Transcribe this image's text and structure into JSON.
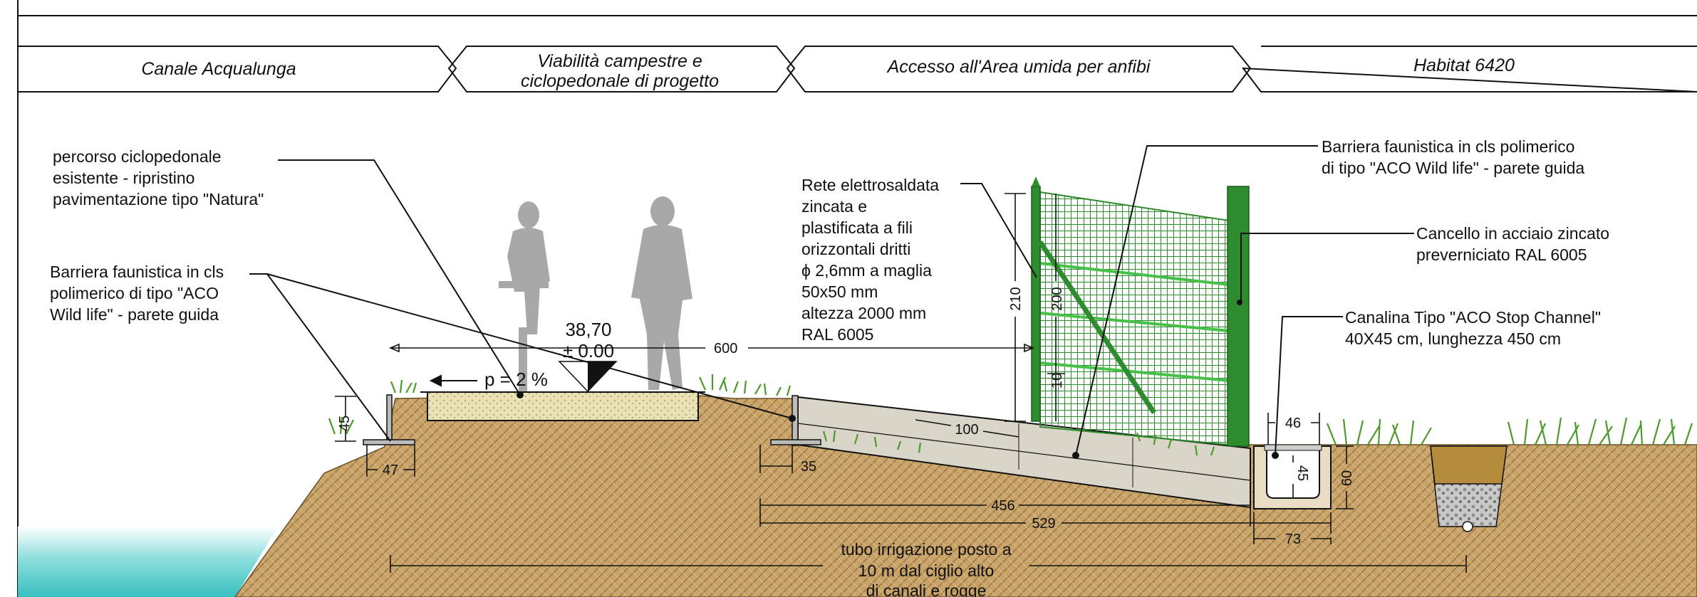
{
  "zones": [
    {
      "label": "Canale Acqualunga"
    },
    {
      "label": "Viabilità campestre e",
      "label2": "ciclopedonale di progetto"
    },
    {
      "label": "Accesso all'Area umida per anfibi"
    },
    {
      "label": "Habitat 6420"
    }
  ],
  "annotations": {
    "path_existing": [
      "percorso ciclopedonale",
      "esistente - ripristino",
      "pavimentazione tipo \"Natura\""
    ],
    "barrier_left": [
      "Barriera faunistica in cls",
      "polimerico di tipo \"ACO",
      "Wild life\" - parete guida"
    ],
    "mesh": [
      "Rete elettrosaldata",
      "zincata e",
      "plastificata  a fili",
      "orizzontali dritti",
      "ϕ 2,6mm a maglia",
      "50x50 mm",
      "altezza 2000 mm",
      "RAL 6005"
    ],
    "barrier_right": [
      "Barriera faunistica in cls polimerico",
      "di tipo \"ACO Wild life\" - parete guida"
    ],
    "gate": [
      "Cancello in acciaio zincato",
      "preverniciato RAL 6005"
    ],
    "channel": [
      "Canalina Tipo \"ACO Stop Channel\"",
      "40X45 cm, lunghezza 450 cm"
    ],
    "pipe": [
      "tubo irrigazione posto a",
      "10 m dal ciglio alto",
      "di canali e rogge"
    ]
  },
  "elevation": {
    "value": "38,70",
    "ref": "± 0.00"
  },
  "slope": "p = 2 %",
  "dimensions": {
    "d600": "600",
    "d45": "45",
    "d47": "47",
    "d100": "100",
    "d35": "35",
    "d456": "456",
    "d529": "529",
    "d210": "210",
    "d200": "200",
    "d10": "10",
    "d46": "46",
    "d45b": "45",
    "d60": "60",
    "d73": "73"
  },
  "colors": {
    "soil": "#c8a36a",
    "water": "#39bfbf",
    "fence": "#2e8b2e",
    "concrete": "#d9d6c9",
    "gravel": "#e8e2b4",
    "grass": "#4c9a2a"
  }
}
